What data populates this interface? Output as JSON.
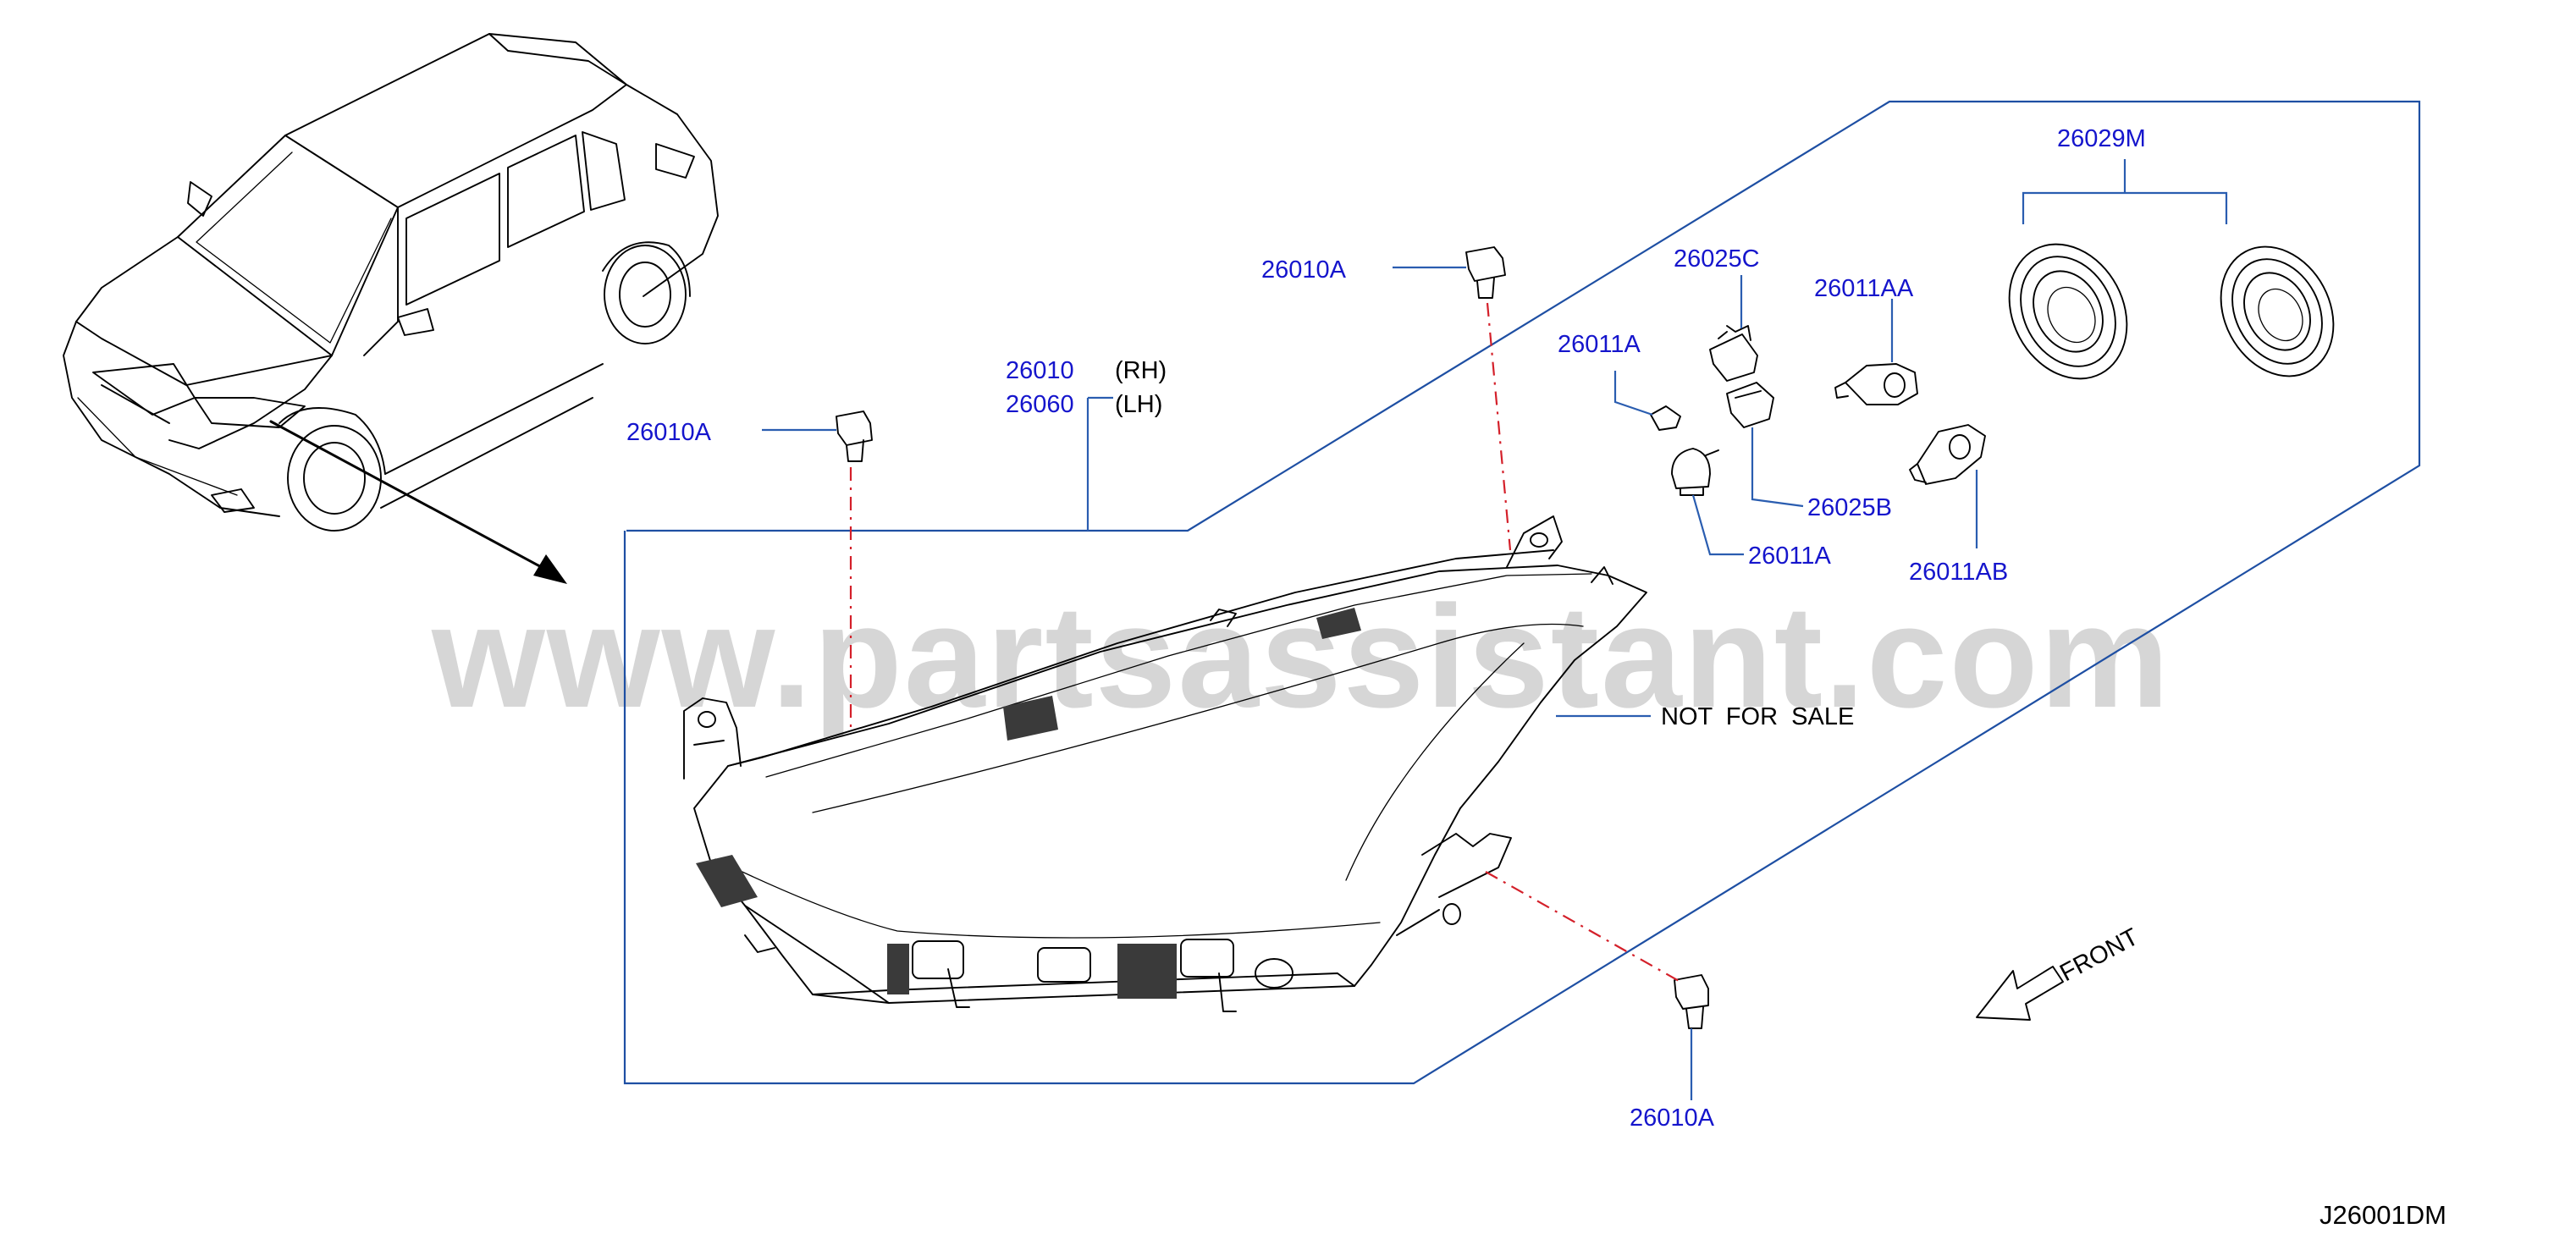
{
  "watermark": "www.partsassistant.com",
  "callouts": {
    "housing_rh_number": "26010",
    "housing_rh_side": "(RH)",
    "housing_lh_number": "26060",
    "housing_lh_side": "(LH)",
    "screw_top_left": "26010A",
    "screw_top_center": "26010A",
    "screw_bottom": "26010A",
    "socket_c": "26025C",
    "socket_b": "26025B",
    "bulb_small_top": "26011A",
    "bulb_small_bottom": "26011A",
    "bulb_aa": "26011AA",
    "bulb_ab": "26011AB",
    "seal_cap": "26029M"
  },
  "note": "NOT  FOR  SALE",
  "front_label": "FRONT",
  "diagram_code": "J26001DM",
  "icons": {
    "direction": "front-arrow-icon",
    "vehicle": "car-silhouette-icon"
  }
}
